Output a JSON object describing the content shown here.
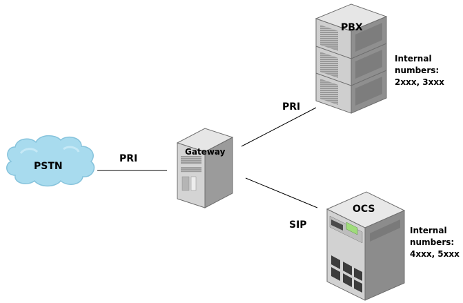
{
  "nodes": {
    "pstn": {
      "label": "PSTN"
    },
    "gateway": {
      "label": "Gateway"
    },
    "pbx": {
      "label": "PBX",
      "info": [
        "Internal",
        "numbers:",
        "2xxx, 3xxx"
      ]
    },
    "ocs": {
      "label": "OCS",
      "info": [
        "Internal",
        "numbers:",
        "4xxx, 5xxx"
      ]
    }
  },
  "links": {
    "pstn_gateway": {
      "label": "PRI"
    },
    "gateway_pbx": {
      "label": "PRI"
    },
    "gateway_ocs": {
      "label": "SIP"
    }
  },
  "colors": {
    "cloud": "#a8dbee",
    "server_light": "#d2d2d2",
    "server_dark": "#8c8c8c",
    "ocs_screen": "#9fdc7a"
  }
}
